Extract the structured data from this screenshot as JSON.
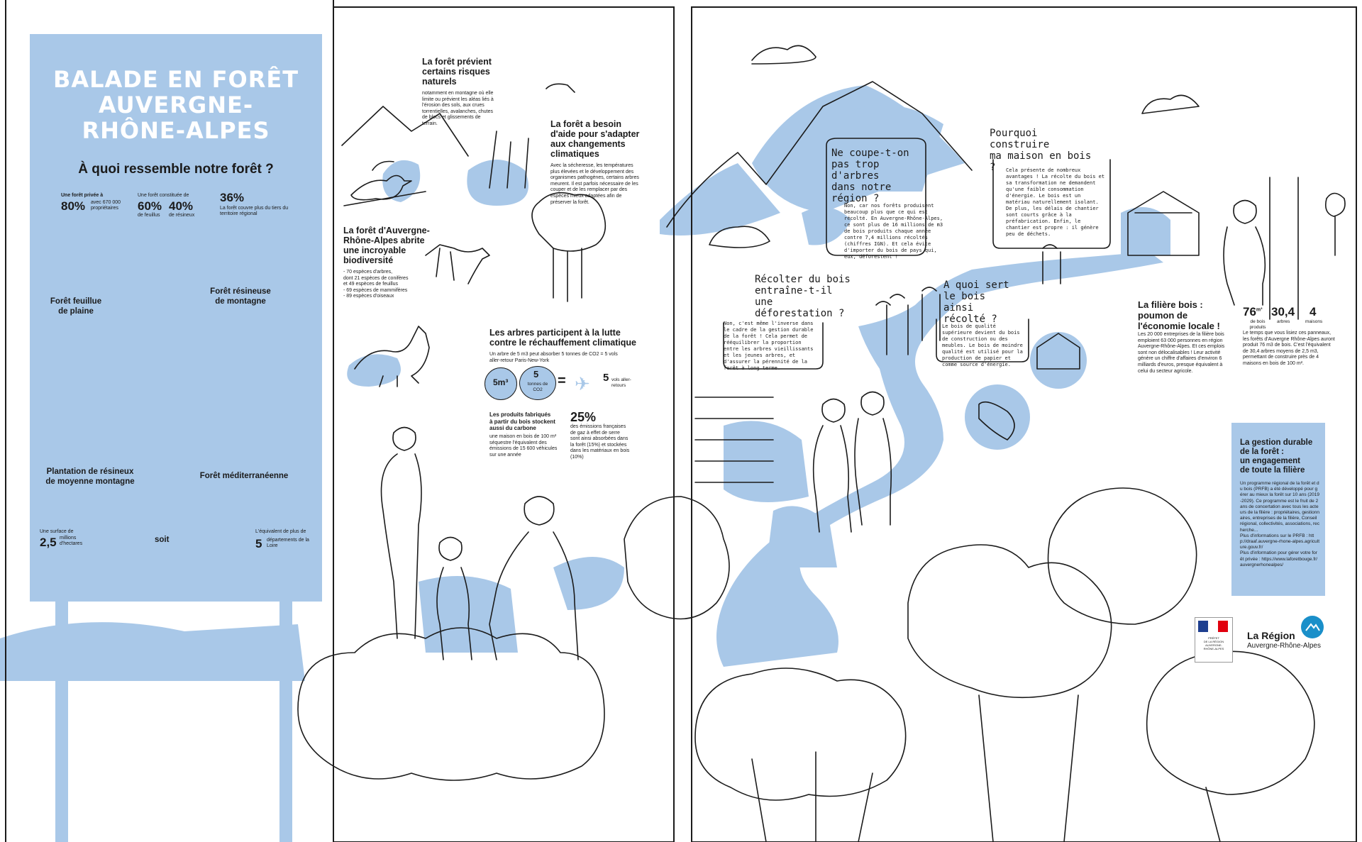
{
  "sign": {
    "title_lines": [
      "BALADE EN FORÊT",
      "AUVERGNE-",
      "RHÔNE-ALPES"
    ],
    "subtitle": "À quoi ressemble notre forêt ?",
    "stat1_label": "Une forêt privée à",
    "stat1_value": "80%",
    "stat1_note": "avec 670 000 propriétaires",
    "stat2_label": "Une forêt constituée de",
    "stat2_value_a": "60%",
    "stat2_note_a": "de feuillus",
    "stat2_value_b": "40%",
    "stat2_note_b": "de résineux",
    "stat3_value": "36%",
    "stat3_note": "La forêt couvre plus du tiers du territoire régional",
    "forest_1": "Forêt feuillue\nde plaine",
    "forest_2": "Forêt résineuse\nde montagne",
    "forest_3": "Plantation de résineux\nde moyenne montagne",
    "forest_4": "Forêt méditerranéenne",
    "surface_label": "Une surface de",
    "surface_value": "2,5",
    "surface_unit": "millions d'hectares",
    "soit": "soit",
    "equiv_label": "L'équivalent de plus de",
    "equiv_value": "5",
    "equiv_unit": "départements de la Loire"
  },
  "middle": {
    "risk_title": "La forêt prévient\ncertains risques\nnaturels",
    "risk_text": "notamment en montagne où elle limite ou prévient les aléas liés à l'érosion des sols, aux crues torrentielles, avalanches, chutes de blocs et glissements de terrain.",
    "adapt_title": "La forêt a besoin\nd'aide pour s'adapter\naux changements\nclimatiques",
    "adapt_text": "Avec la sécheresse, les températures plus élevées et le développement des organismes pathogènes, certains arbres meurent. Il est parfois nécessaire de les couper et de les remplacer par des espèces mieux adaptées afin de préserver la forêt.",
    "bio_title": "La forêt d'Auvergne-\nRhône-Alpes abrite\nune incroyable\nbiodiversité",
    "bio_text": "- 70 espèces d'arbres,\n  dont 21 espèces de conifères\n  et 49 espèces de feuillus\n- 69 espèces de mammifères\n- 89 espèces d'oiseaux",
    "climate_title": "Les arbres participent à la lutte\ncontre le réchauffement climatique",
    "climate_text": "Un arbre de 5 m3 peut absorber 5 tonnes de CO2 = 5 vols aller-retour Paris-New-York",
    "eq_tree": "5m³",
    "eq_co2_value": "5",
    "eq_co2_unit": "tonnes de CO2",
    "eq_equal": "=",
    "eq_flights_value": "5",
    "eq_flights_unit": "vols aller-retours",
    "carbon_title": "Les produits fabriqués\nà partir du bois stockent\naussi du carbone",
    "carbon_text": "une maison en bois de 100 m² séquestre l'équivalent des émissions de 15 600 véhicules sur une année",
    "pct_value": "25%",
    "pct_text": "des émissions françaises de gaz à effet de serre sont ainsi absorbées dans la forêt (15%) et stockées dans les matériaux en bois (10%)"
  },
  "right": {
    "q1": "Ne coupe-t-on\npas trop d'arbres\ndans notre\nrégion ?",
    "a1": "Non, car nos forêts produisent beaucoup plus que ce qui est récolté. En Auvergne-Rhône-Alpes, ce sont plus de 16 millions de m3 de bois produits chaque année contre 7,4 millions récoltés (chiffres IGN). Et cela évite d'importer du bois de pays qui, eux, déforestent !",
    "q2": "Pourquoi\nconstruire\nma maison en bois ?",
    "a2": "Cela présente de nombreux avantages ! La récolte du bois et sa transformation ne demandent qu'une faible consommation d'énergie. Le bois est un matériau naturellement isolant. De plus, les délais de chantier sont courts grâce à la préfabrication. Enfin, le chantier est propre : il génère peu de déchets.",
    "q3": "Récolter du bois\nentraîne-t-il une\ndéforestation ?",
    "a3": "Non, c'est même l'inverse dans le cadre de la gestion durable de la forêt ! Cela permet de rééquilibrer la proportion entre les arbres vieillissants et les jeunes arbres, et d'assurer la pérennité de la forêt à long terme.",
    "q4": "A quoi sert\nle bois ainsi\nrécolté ?",
    "a4": "Le bois de qualité supérieure devient du bois de construction ou des meubles. Le bois de moindre qualité est utilisé pour la production de papier et comme source d'énergie.",
    "eco_title": "La filière bois :\npoumon de\nl'économie locale !",
    "eco_text": "Les 20 000 entreprises de la filière bois emploient 63 000 personnes en région Auvergne-Rhône-Alpes. Et ces emplois sont non délocalisables ! Leur activité génère un chiffre d'affaires d'environ 6 milliards d'euros, presque équivalent à celui du secteur agricole.",
    "n1_value": "76",
    "n1_sup": "m³",
    "n1_unit": "de bois produits",
    "n2_value": "30,4",
    "n2_unit": "arbres",
    "n3_value": "4",
    "n3_unit": "maisons",
    "n_text": "Le temps que vous lisiez ces panneaux, les forêts d'Auvergne Rhône-Alpes auront produit 76 m3 de bois. C'est l'équivalent de 30,4 arbres moyens de 2,5 m3, permettant de construire près de 4 maisons en bois de 100 m².",
    "box_title": "La gestion durable\nde la forêt :\nun engagement\nde toute la filière",
    "box_text": "Un programme régional de la forêt et du bois (PRFB) a été développé pour gérer au mieux la forêt sur 10 ans (2019-2029). Ce programme est le fruit de 2 ans de concertation avec tous les acteurs de la filière : propriétaires, gestionnaires, entreprises de la filière, Conseil régional, collectivités, associations, recherche...\nPlus d'informations sur le PRFB : http://draaf.auvergne-rhone-alpes.agriculture.gouv.fr/\nPlus d'information pour gérer votre forêt privée : https://www.laforetbouge.fr/auvergnerhonealpes/",
    "prefet_text": "PRÉFET\nDE LA RÉGION\nAUVERGNE-\nRHÔNE-ALPES",
    "region_name": "La Région",
    "region_sub": "Auvergne-Rhône-Alpes"
  },
  "colors": {
    "blue": "#a9c8e8",
    "ink": "#1b1b1b",
    "paper": "#ffffff"
  }
}
